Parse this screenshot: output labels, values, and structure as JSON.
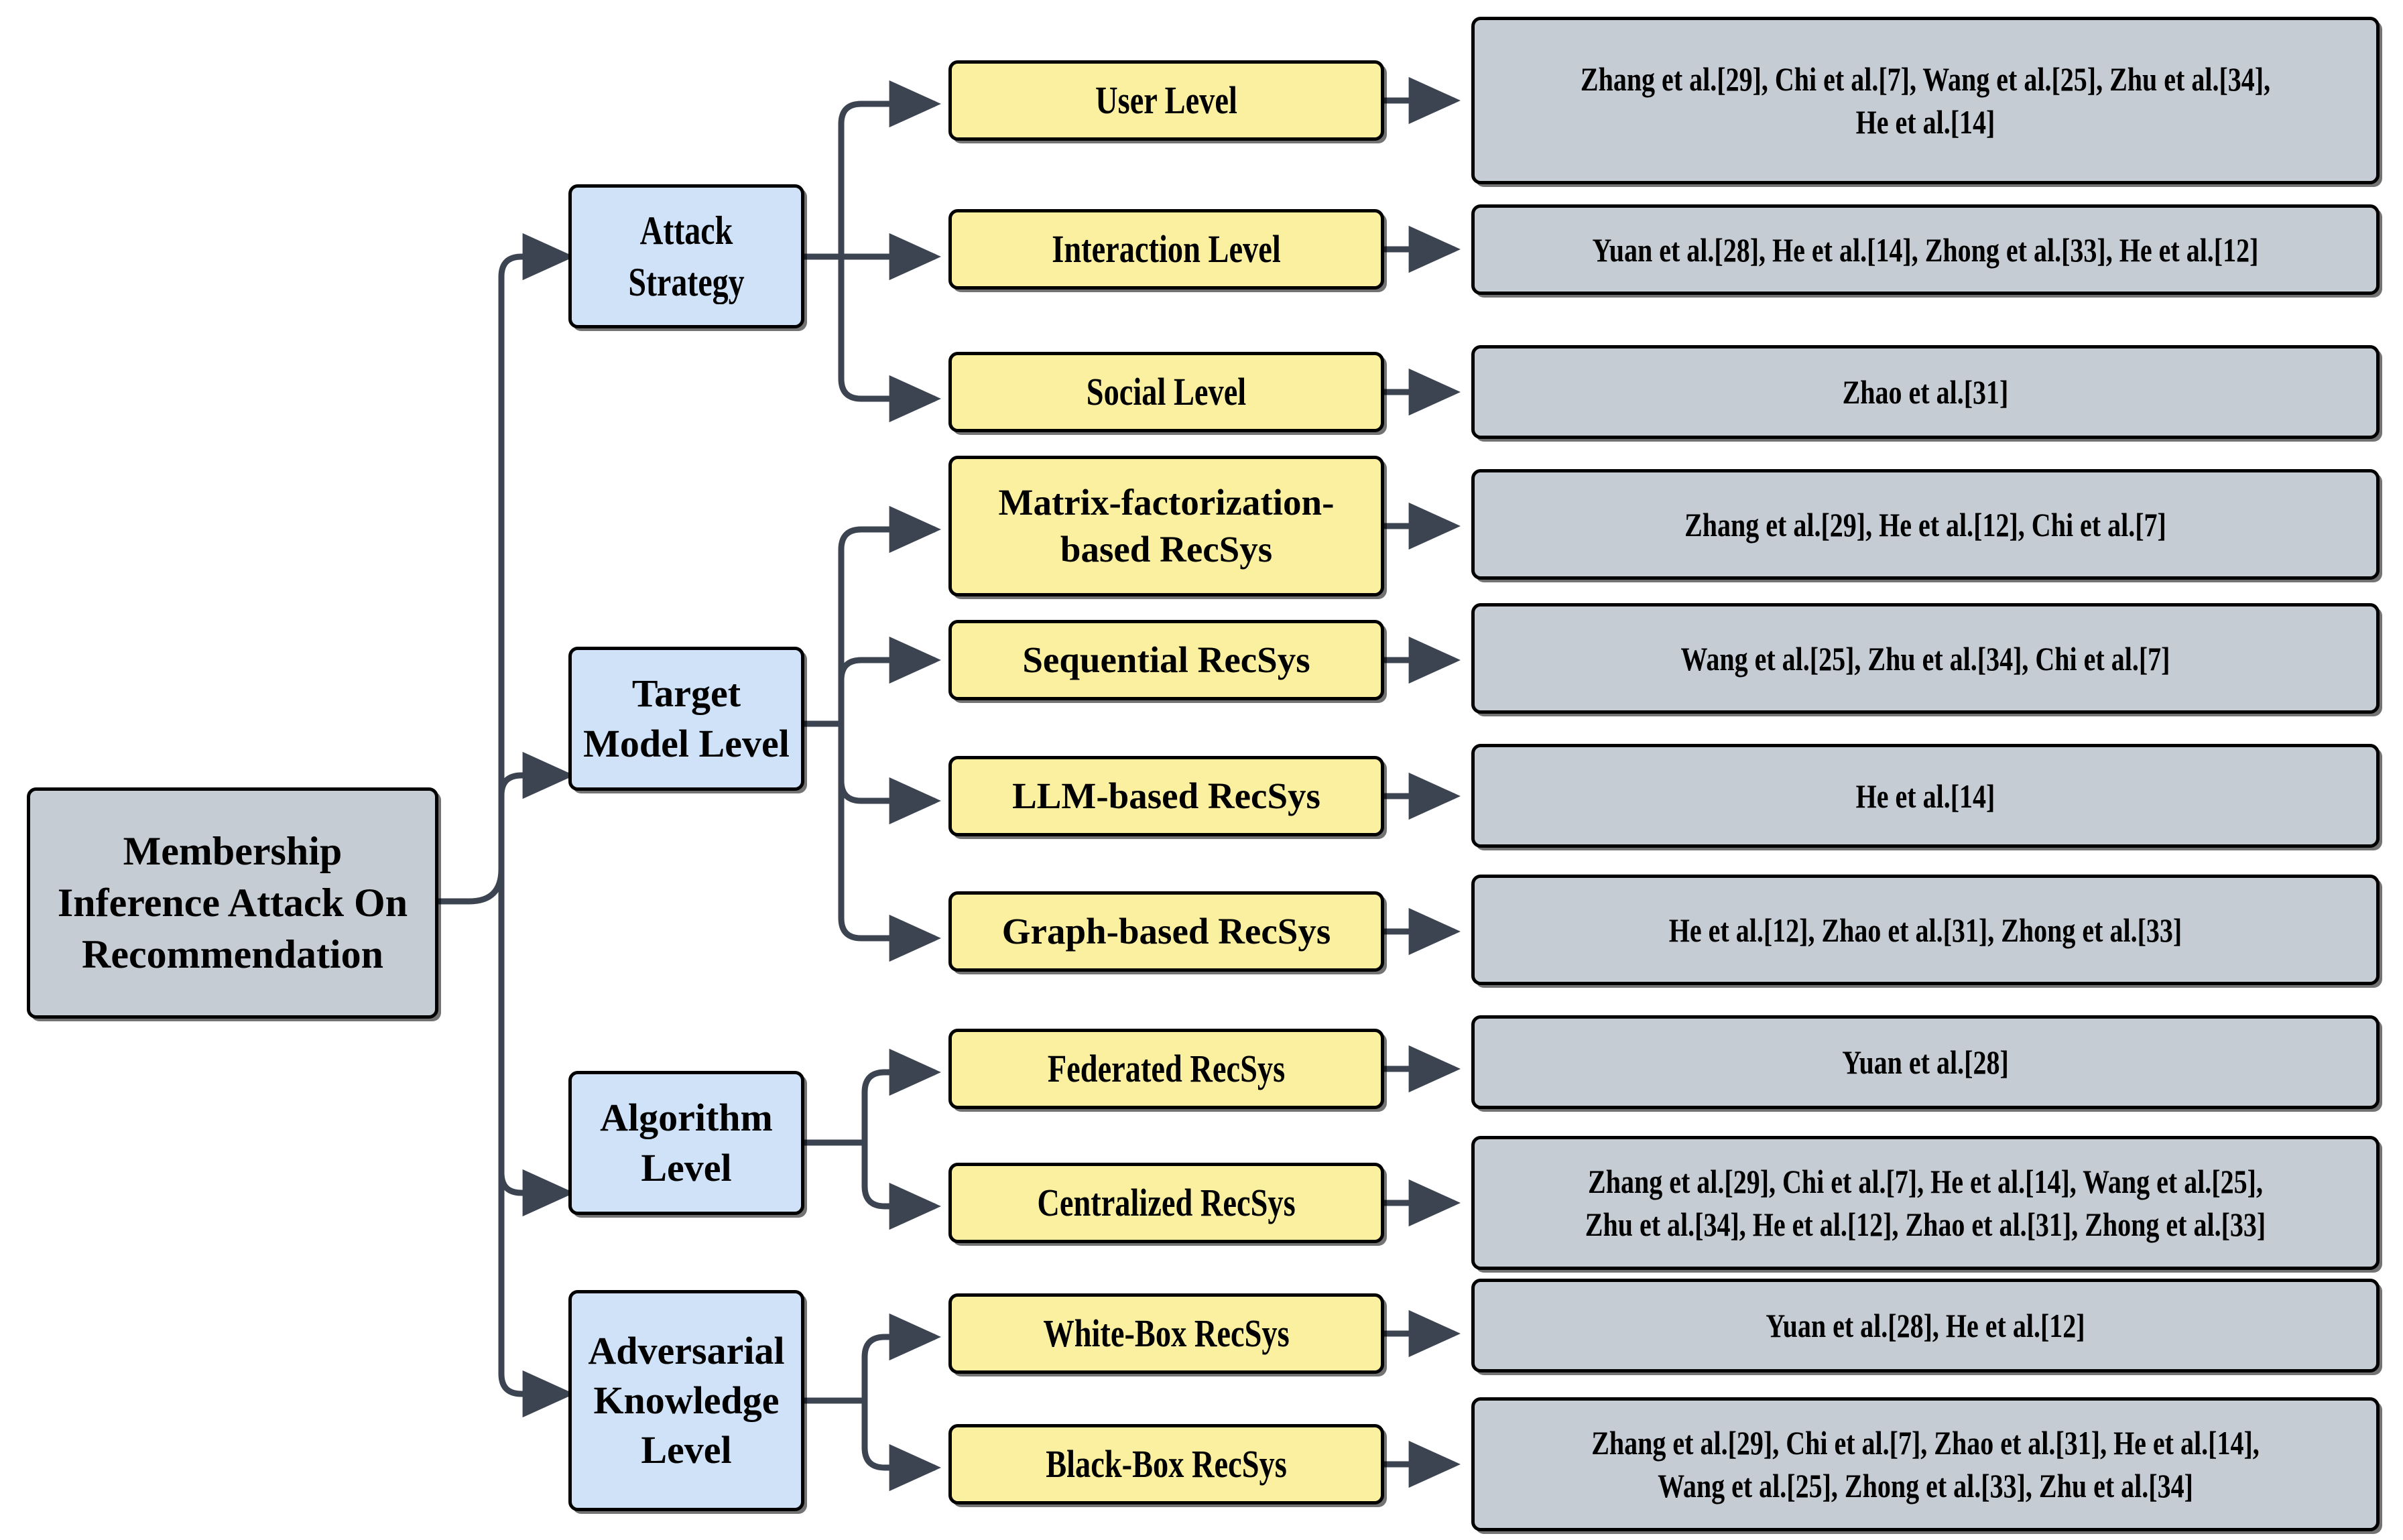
{
  "diagram": {
    "type": "taxonomy-tree",
    "title_node": "Membership Inference Attack On Recommendation",
    "colors": {
      "root_fill": "#c6ccd4",
      "level_fill": "#cfe2f8",
      "category_fill": "#fbf0a0",
      "reference_fill": "#c6ccd4",
      "border": "#000000",
      "connector": "#3d4451",
      "background": "#ffffff"
    }
  },
  "root": {
    "label": "Membership Inference Attack On Recommendation"
  },
  "branches": [
    {
      "level_label": "Attack Strategy",
      "children": [
        {
          "category": "User Level",
          "references": "Zhang et al.[29], Chi et al.[7], Wang et al.[25], Zhu et al.[34], He et al.[14]"
        },
        {
          "category": "Interaction Level",
          "references": "Yuan et al.[28], He et al.[14], Zhong et al.[33], He et al.[12]"
        },
        {
          "category": "Social Level",
          "references": "Zhao et al.[31]"
        }
      ]
    },
    {
      "level_label": "Target Model Level",
      "children": [
        {
          "category": "Matrix-factorization-based RecSys",
          "references": "Zhang et al.[29], He et al.[12], Chi et al.[7]"
        },
        {
          "category": "Sequential RecSys",
          "references": "Wang et al.[25], Zhu et al.[34], Chi et al.[7]"
        },
        {
          "category": "LLM-based RecSys",
          "references": "He et al.[14]"
        },
        {
          "category": "Graph-based RecSys",
          "references": "He et al.[12], Zhao et al.[31], Zhong et al.[33]"
        }
      ]
    },
    {
      "level_label": "Algorithm Level",
      "children": [
        {
          "category": "Federated RecSys",
          "references": "Yuan et al.[28]"
        },
        {
          "category": "Centralized RecSys",
          "references": "Zhang et al.[29], Chi et al.[7], He et al.[14], Wang et al.[25], Zhu et al.[34], He et al.[12], Zhao et al.[31], Zhong et al.[33]"
        }
      ]
    },
    {
      "level_label": "Adversarial Knowledge Level",
      "children": [
        {
          "category": "White-Box RecSys",
          "references": "Yuan et al.[28], He et al.[12]"
        },
        {
          "category": "Black-Box RecSys",
          "references": "Zhang et al.[29], Chi et al.[7], Zhao et al.[31], He et al.[14], Wang et al.[25], Zhong et al.[33], Zhu et al.[34]"
        }
      ]
    }
  ]
}
